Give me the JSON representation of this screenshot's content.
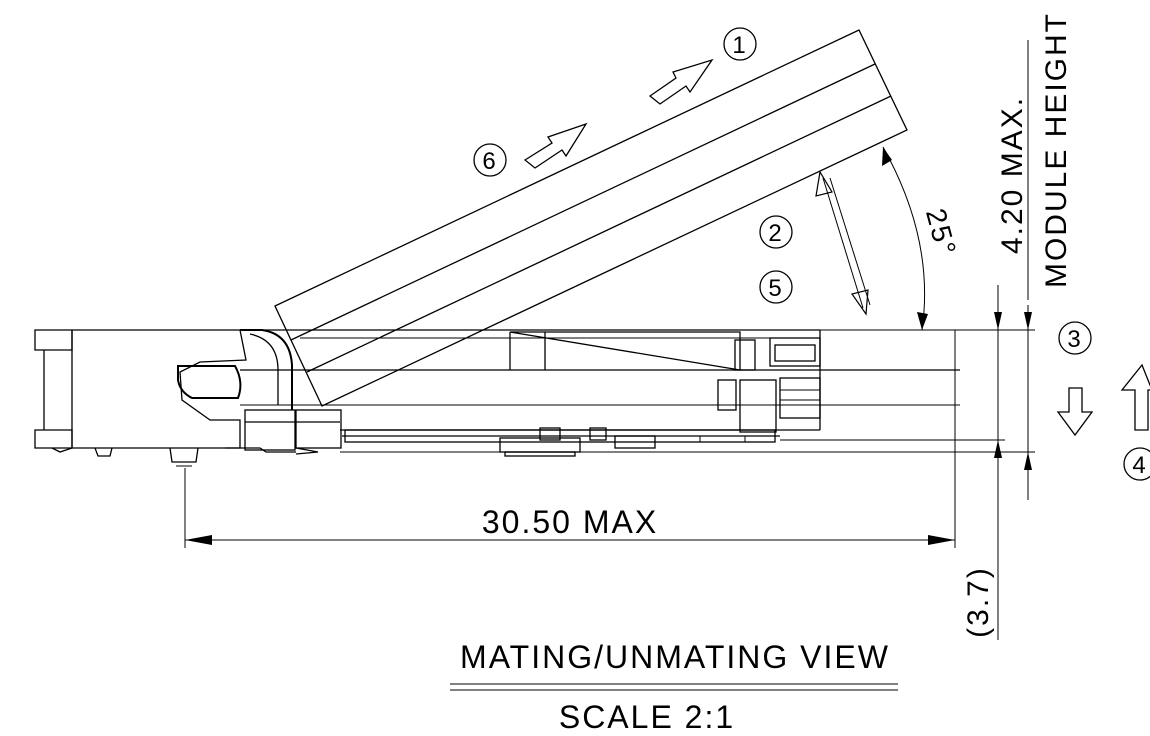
{
  "drawing": {
    "dimensions": {
      "length": "30.50 MAX",
      "height": "4.20 MAX.",
      "height_label": "MODULE HEIGHT",
      "depth": "(3.7)",
      "angle": "25°"
    },
    "steps": [
      "1",
      "2",
      "3",
      "4",
      "5",
      "6"
    ],
    "view_title": "MATING/UNMATING VIEW",
    "scale": "SCALE 2:1"
  }
}
